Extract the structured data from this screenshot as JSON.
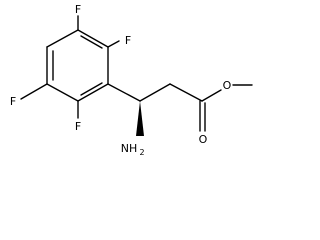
{
  "molecule": {
    "atoms": {
      "f_top_left": "F",
      "f_top_right": "F",
      "f_left": "F",
      "f_bottom": "F",
      "amine_n": "NH",
      "amine_sub": "2",
      "ester_o": "O",
      "carbonyl_o": "O"
    }
  }
}
